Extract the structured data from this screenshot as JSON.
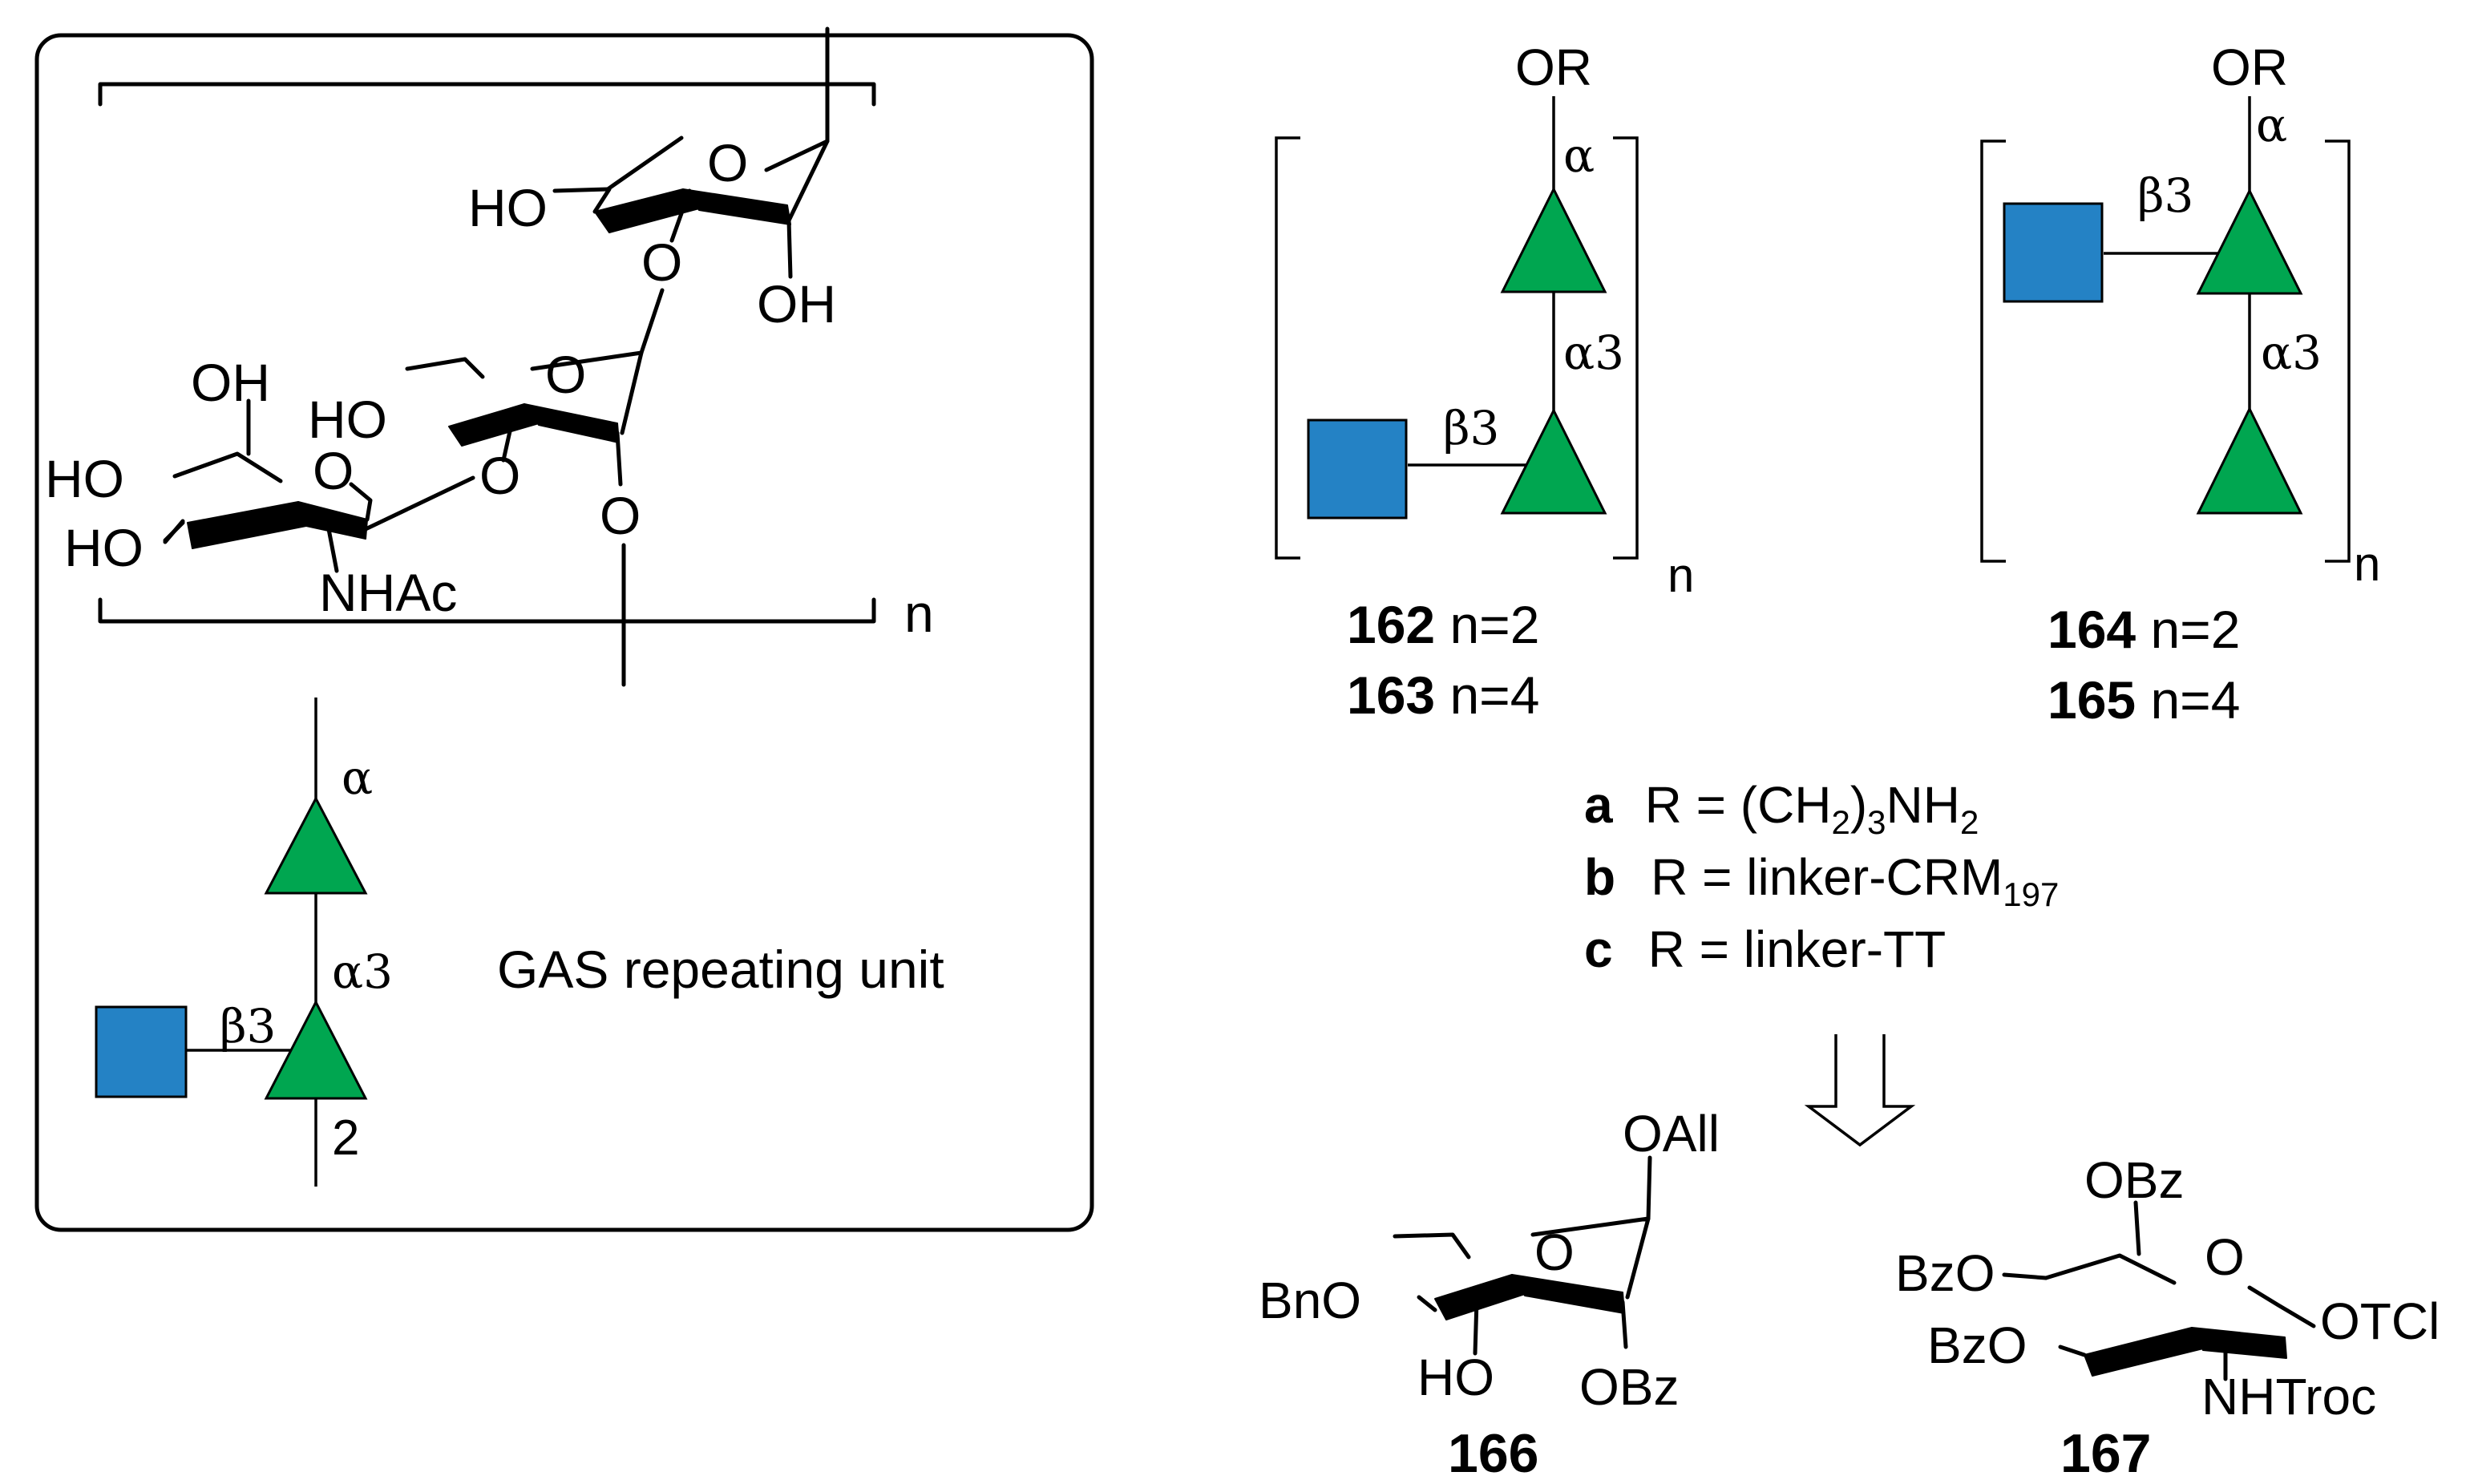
{
  "colors": {
    "glc_nac_square": "#2482c5",
    "rhamnose_triangle": "#00a650"
  },
  "gas": {
    "caption": "GAS repeating unit",
    "repeat_n": "n",
    "struct_labels": {
      "ho1": "HO",
      "oh1": "OH",
      "oh2": "OH",
      "ho2": "HO",
      "ho3": "HO",
      "ho4": "HO",
      "nhac": "NHAc",
      "ring_o": "O"
    },
    "symbol_labels": {
      "alpha": "α",
      "alpha3": "α3",
      "beta3": "β3",
      "two": "2"
    }
  },
  "compound_162_163": {
    "or": "OR",
    "n": "n",
    "alpha": "α",
    "alpha3": "α3",
    "beta3": "β3",
    "label1_num": "162",
    "label1_text": " n=2",
    "label2_num": "163",
    "label2_text": " n=4"
  },
  "compound_164_165": {
    "or": "OR",
    "n": "n",
    "alpha": "α",
    "alpha3": "α3",
    "beta3": "β3",
    "label1_num": "164",
    "label1_text": " n=2",
    "label2_num": "165",
    "label2_text": " n=4"
  },
  "r_groups": {
    "a_letter": "a",
    "a_text": "R = (CH",
    "a_sub1": "2",
    "a_text2": ")",
    "a_sub2": "3",
    "a_text3": "NH",
    "a_sub3": "2",
    "b_letter": "b",
    "b_text": "R = linker-CRM",
    "b_sub": "197",
    "c_letter": "c",
    "c_text": "R = linker-TT"
  },
  "compound_166": {
    "number": "166",
    "oall": "OAll",
    "bno": "BnO",
    "ho": "HO",
    "obz": "OBz",
    "ring_o": "O"
  },
  "compound_167": {
    "number": "167",
    "obz_top": "OBz",
    "bzo1": "BzO",
    "bzo2": "BzO",
    "otcl": "OTCl",
    "nhtroc": "NHTroc",
    "ring_o": "O"
  }
}
